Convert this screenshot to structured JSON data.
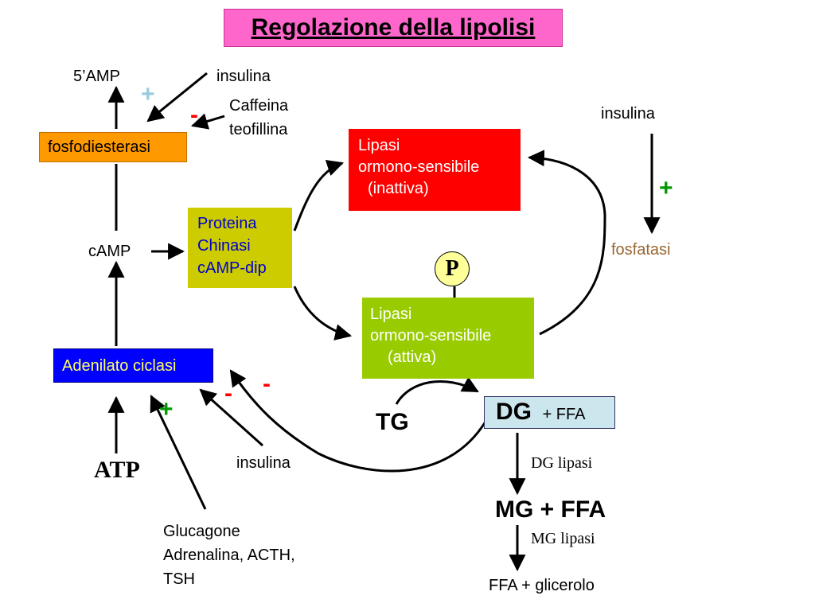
{
  "title": "Regolazione della lipolisi",
  "labels": {
    "amp5": "5’AMP",
    "insulina_top": "insulina",
    "caffeina": "Caffeina",
    "teofillina": "teofillina",
    "insulina_right": "insulina",
    "camp": "cAMP",
    "fosfatasi": "fosfatasi",
    "atp": "ATP",
    "insulina_bottom": "insulina",
    "glucagone_1": "Glucagone",
    "glucagone_2": "Adrenalina, ACTH,",
    "glucagone_3": "TSH",
    "tg": "TG",
    "dg_lipasi": "DG lipasi",
    "mg_ffa": "MG + FFA",
    "mg_lipasi": "MG lipasi",
    "ffa_glicerolo": "FFA + glicerolo"
  },
  "boxes": {
    "fosfodiesterasi": "fosfodiesterasi",
    "adenilato_ciclasi": "Adenilato ciclasi",
    "protein_kinase": [
      "Proteina",
      "Chinasi",
      "cAMP-dip"
    ],
    "lipasi_inattiva": [
      "Lipasi",
      "ormono-sensibile",
      "(inattiva)"
    ],
    "lipasi_attiva": [
      "Lipasi",
      "ormono-sensibile",
      "(attiva)"
    ],
    "dg": "DG",
    "dg_ffa": "+ FFA",
    "phosphate": "P"
  },
  "signs": {
    "plus_amp": "+",
    "minus_caffeina": "-",
    "plus_fosfatasi": "+",
    "minus_insulina_1": "-",
    "minus_insulina_2": "-",
    "plus_glucagone": "+"
  },
  "colors": {
    "title_bg": "#ff66cc",
    "fosfodiesterasi": "#ff9900",
    "adenilato_ciclasi": "#0000ff",
    "protein_kinase": "#cccc00",
    "lipasi_inattiva": "#ff0000",
    "lipasi_attiva": "#99cc00",
    "dg_box": "#cce6ee",
    "fosfatasi_text": "#996633",
    "plus_green": "#009900",
    "plus_light": "#99ccdd",
    "minus_red": "#ff0000"
  }
}
